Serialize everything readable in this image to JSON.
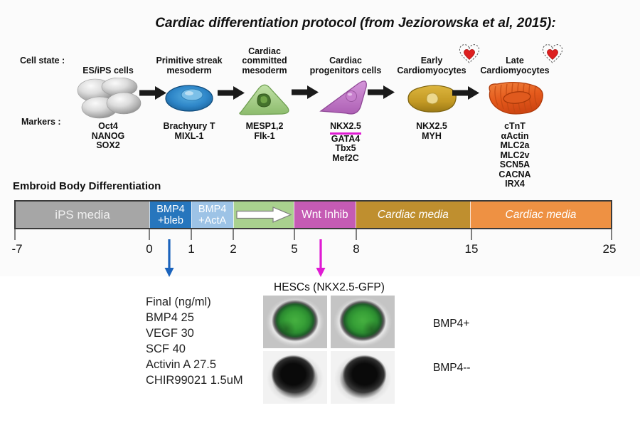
{
  "title": "Cardiac differentiation protocol (from Jeziorowska et al, 2015):",
  "row_labels": {
    "cell_state": "Cell state :",
    "markers": "Markers :"
  },
  "stages": [
    {
      "label": "ES/iPS cells",
      "markers": [
        "Oct4",
        "NANOG",
        "SOX2"
      ]
    },
    {
      "label": "Primitive streak\nmesoderm",
      "markers": [
        "Brachyury T",
        "MIXL-1"
      ]
    },
    {
      "label": "Cardiac\ncommitted\nmesoderm",
      "markers": [
        "MESP1,2",
        "Flk-1"
      ]
    },
    {
      "label": "Cardiac\nprogenitors cells",
      "markers": [
        "NKX2.5",
        "GATA4",
        "Tbx5",
        "Mef2C"
      ]
    },
    {
      "label": "Early\nCardiomyocytes",
      "markers": [
        "NKX2.5",
        "MYH"
      ]
    },
    {
      "label": "Late\nCardiomyocytes",
      "markers": [
        "cTnT",
        "αActin",
        "MLC2a",
        "MLC2v",
        "SCN5A",
        "CACNA",
        "IRX4"
      ]
    }
  ],
  "timeline": {
    "heading": "Embroid Body Differentiation",
    "segments": [
      {
        "label": "iPS media",
        "color": "#a6a6a6"
      },
      {
        "label": "BMP4\n+bleb",
        "color": "#2776bd"
      },
      {
        "label": "BMP4\n+ActA",
        "color": "#9dc3e6"
      },
      {
        "label": "",
        "color": "#a9d18e"
      },
      {
        "label": "Wnt Inhib",
        "color": "#c55bb4"
      },
      {
        "label": "Cardiac media",
        "color": "#bf8f2f"
      },
      {
        "label": "Cardiac media",
        "color": "#ee9143"
      }
    ],
    "ticks": [
      "-7",
      "0",
      "1",
      "2",
      "5",
      "8",
      "15",
      "25"
    ]
  },
  "bmp4_panel": {
    "reagents": "Final (ng/ml)\nBMP4 25\nVEGF 30\nSCF 40\nActivin A 27.5\nCHIR99021 1.5uM",
    "images_title": "HESCs (NKX2.5-GFP)",
    "row_labels": [
      "BMP4+",
      "BMP4--"
    ]
  },
  "colors": {
    "blue_arrow": "#1b63bc",
    "magenta_arrow": "#e01bd3",
    "magenta_underline": "#e01bd3",
    "heart_red": "#dd1f1f"
  }
}
